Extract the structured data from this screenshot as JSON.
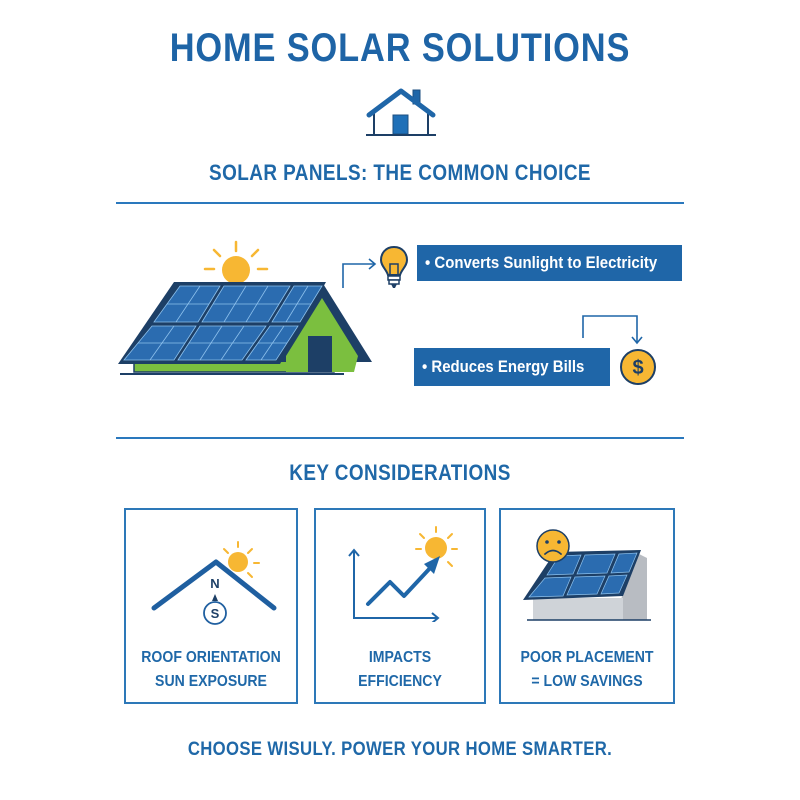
{
  "header": {
    "title": "HOME SOLAR SOLUTIONS",
    "icon": "house-icon"
  },
  "section_solar_panels": {
    "heading": "SOLAR PANELS: THE COMMON CHOICE",
    "illustration": "solar-roof-house-icon",
    "benefits": [
      {
        "label": "• Converts Sunlight to Electricity",
        "icon": "lightbulb-icon"
      },
      {
        "label": "• Reduces Energy Bills",
        "icon": "dollar-coin-icon"
      }
    ]
  },
  "section_key_considerations": {
    "heading": "KEY CONSIDERATIONS",
    "cards": [
      {
        "line1": "ROOF ORIENTATION",
        "line2": "SUN EXPOSURE",
        "icon": "roof-compass-sun-icon",
        "compass_letters": [
          "N",
          "S"
        ]
      },
      {
        "line1": "IMPACTS",
        "line2": "EFFICIENCY",
        "icon": "rising-graph-sun-icon"
      },
      {
        "line1": "POOR PLACEMENT",
        "line2": "= LOW SAVINGS",
        "icon": "sad-face-solar-roof-icon"
      }
    ]
  },
  "footer": {
    "tagline": "CHOOSE WISULY. POWER YOUR HOME SMARTER."
  },
  "colors": {
    "primary_blue": "#1f66a8",
    "navy": "#1d3f66",
    "panel_blue": "#2b6cb0",
    "green": "#7bbf3f",
    "sun_yellow": "#f7b733",
    "gray": "#b8bcc2",
    "background": "#ffffff"
  }
}
